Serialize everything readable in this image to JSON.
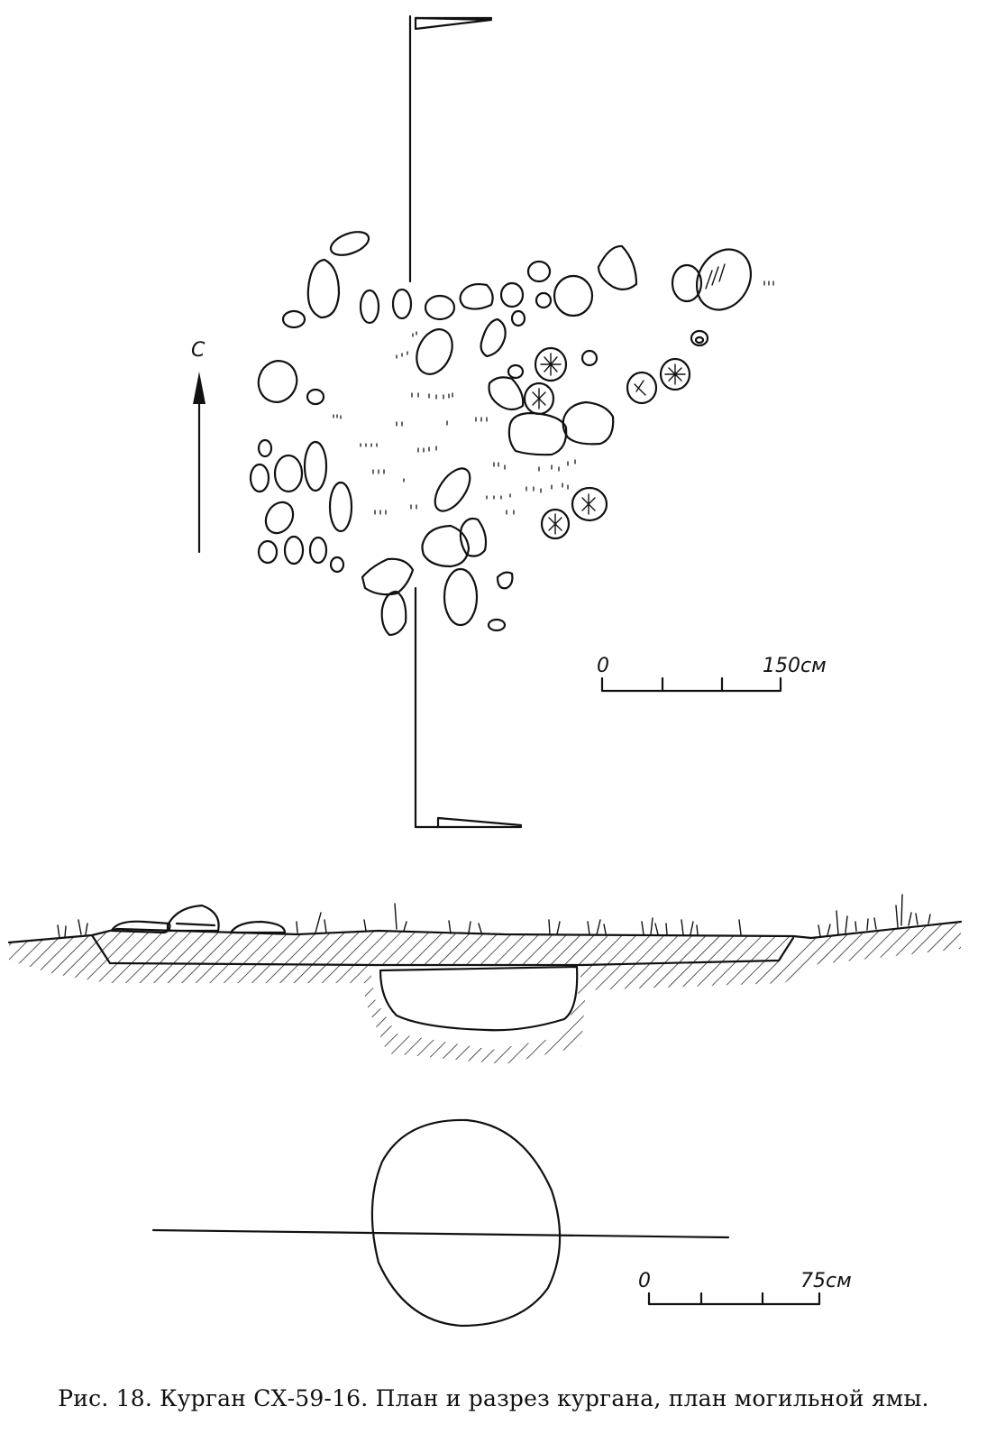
{
  "figure": {
    "north_label": "С",
    "scale_plan": {
      "zero": "0",
      "end": "150см"
    },
    "scale_pit": {
      "zero": "0",
      "end": "75см"
    },
    "caption": "Рис. 18. Курган СХ-59-16. План и разрез кургана, план могильной ямы."
  }
}
